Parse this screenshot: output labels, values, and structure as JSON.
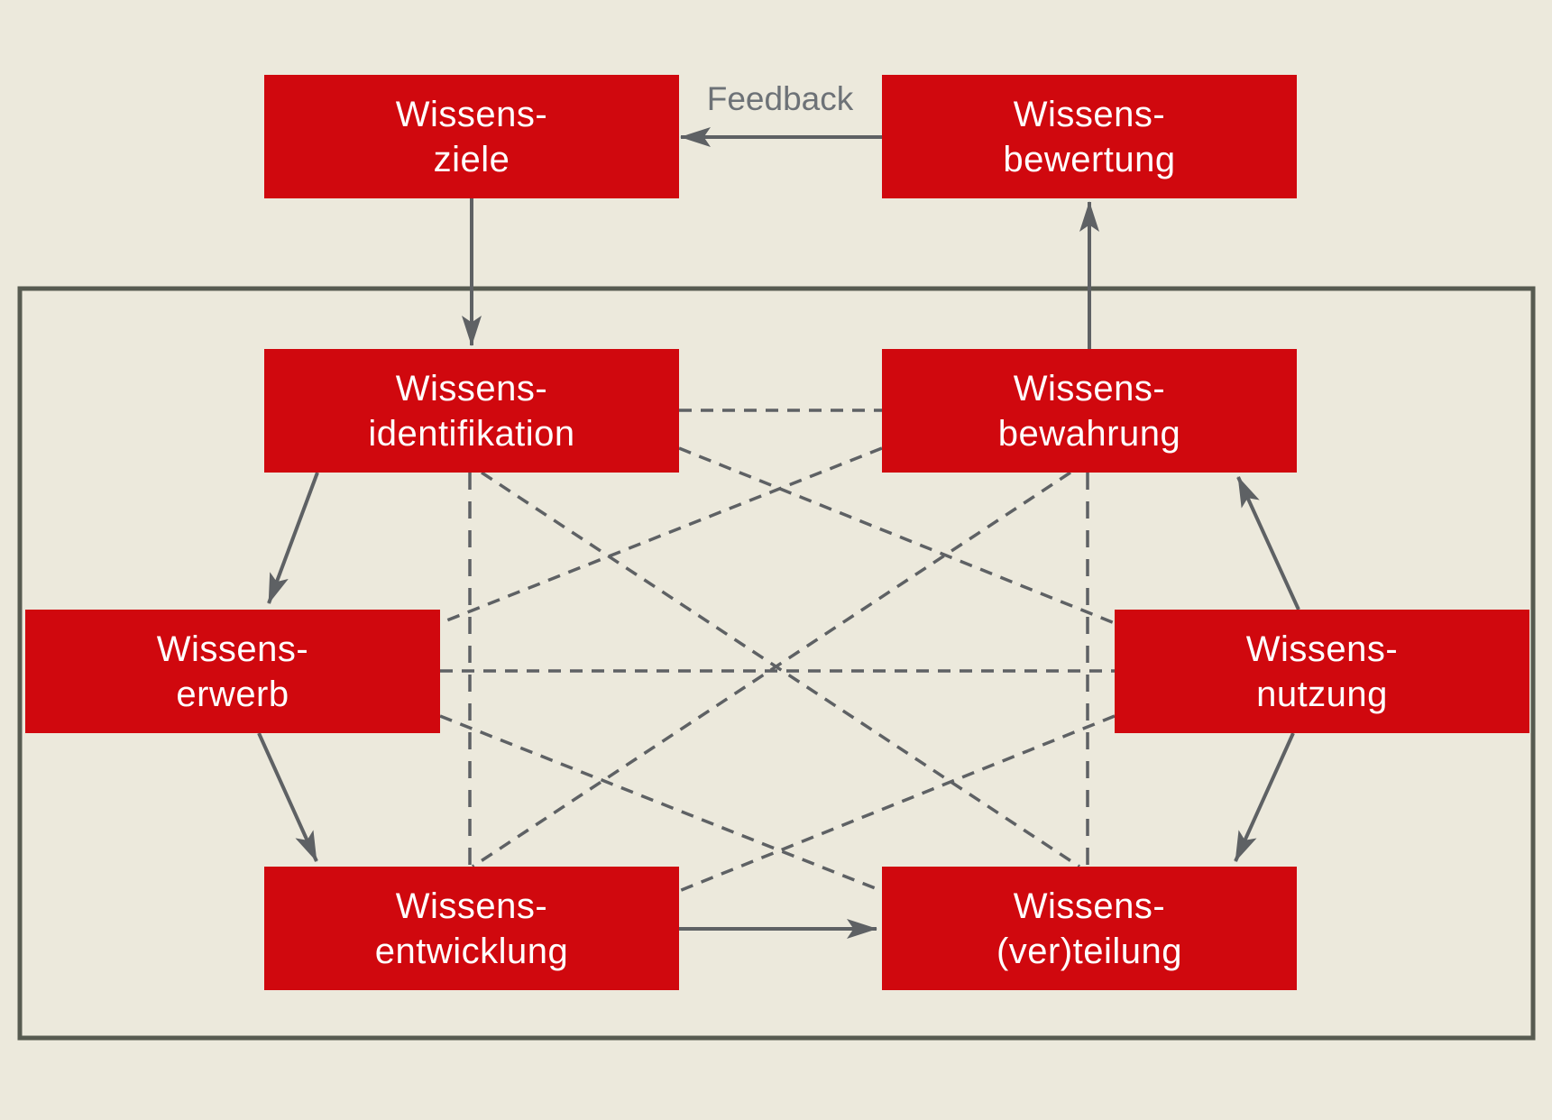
{
  "colors": {
    "background": "#ECE9DC",
    "node_fill": "#D0080E",
    "node_text": "#FFFFFF",
    "line": "#5E6164",
    "border": "#575B51",
    "feedback_text": "#6D7277"
  },
  "labels": {
    "feedback": "Feedback"
  },
  "nodes": {
    "ziele": {
      "line1": "Wissens-",
      "line2": "ziele"
    },
    "bewertung": {
      "line1": "Wissens-",
      "line2": "bewertung"
    },
    "identifikation": {
      "line1": "Wissens-",
      "line2": "identifikation"
    },
    "bewahrung": {
      "line1": "Wissens-",
      "line2": "bewahrung"
    },
    "erwerb": {
      "line1": "Wissens-",
      "line2": "erwerb"
    },
    "nutzung": {
      "line1": "Wissens-",
      "line2": "nutzung"
    },
    "entwicklung": {
      "line1": "Wissens-",
      "line2": "entwicklung"
    },
    "verteilung": {
      "line1": "Wissens-",
      "line2": "(ver)teilung"
    }
  },
  "edges": {
    "solid_arrows": [
      {
        "from": "Wissensbewertung",
        "to": "Wissensziele",
        "label": "Feedback"
      },
      {
        "from": "Wissensziele",
        "to": "Wissensidentifikation"
      },
      {
        "from": "Wissensidentifikation",
        "to": "Wissenserwerb"
      },
      {
        "from": "Wissenserwerb",
        "to": "Wissensentwicklung"
      },
      {
        "from": "Wissensentwicklung",
        "to": "Wissens(ver)teilung"
      },
      {
        "from": "Wissensnutzung",
        "to": "Wissens(ver)teilung"
      },
      {
        "from": "Wissensnutzung",
        "to": "Wissensbewahrung"
      },
      {
        "from": "Wissensbewahrung",
        "to": "Wissensbewertung"
      }
    ],
    "dashed_links": [
      [
        "Wissensidentifikation",
        "Wissensbewahrung"
      ],
      [
        "Wissenserwerb",
        "Wissensnutzung"
      ],
      [
        "Wissensidentifikation",
        "Wissensentwicklung"
      ],
      [
        "Wissensbewahrung",
        "Wissens(ver)teilung"
      ],
      [
        "Wissensidentifikation",
        "Wissensnutzung"
      ],
      [
        "Wissensbewahrung",
        "Wissenserwerb"
      ],
      [
        "Wissensidentifikation",
        "Wissens(ver)teilung"
      ],
      [
        "Wissensbewahrung",
        "Wissensentwicklung"
      ],
      [
        "Wissenserwerb",
        "Wissens(ver)teilung"
      ],
      [
        "Wissensnutzung",
        "Wissensentwicklung"
      ]
    ]
  }
}
